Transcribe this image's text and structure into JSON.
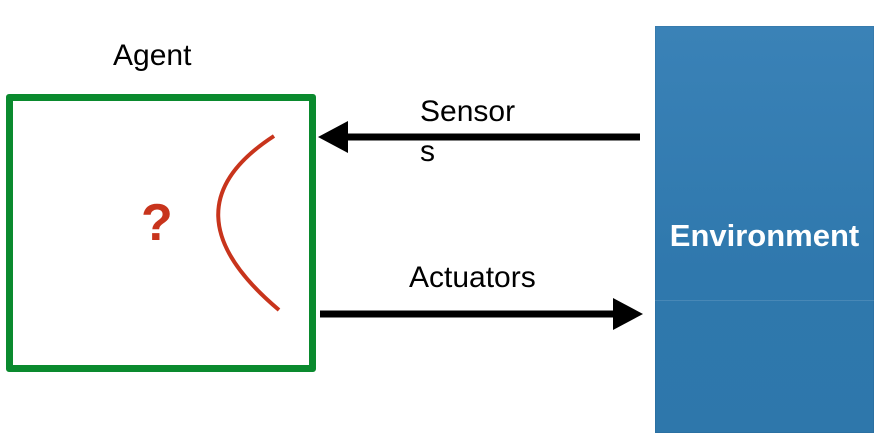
{
  "agent": {
    "title": "Agent",
    "symbol": "?",
    "border_color": "#0a8a2e",
    "symbol_color": "#c8341c"
  },
  "environment": {
    "label": "Environment",
    "fill_color": "#3380b5"
  },
  "arrows": {
    "sensors_label": "Sensors",
    "actuators_label": "Actuators"
  },
  "colors": {
    "arrow": "#000000",
    "curve": "#c8341c"
  }
}
